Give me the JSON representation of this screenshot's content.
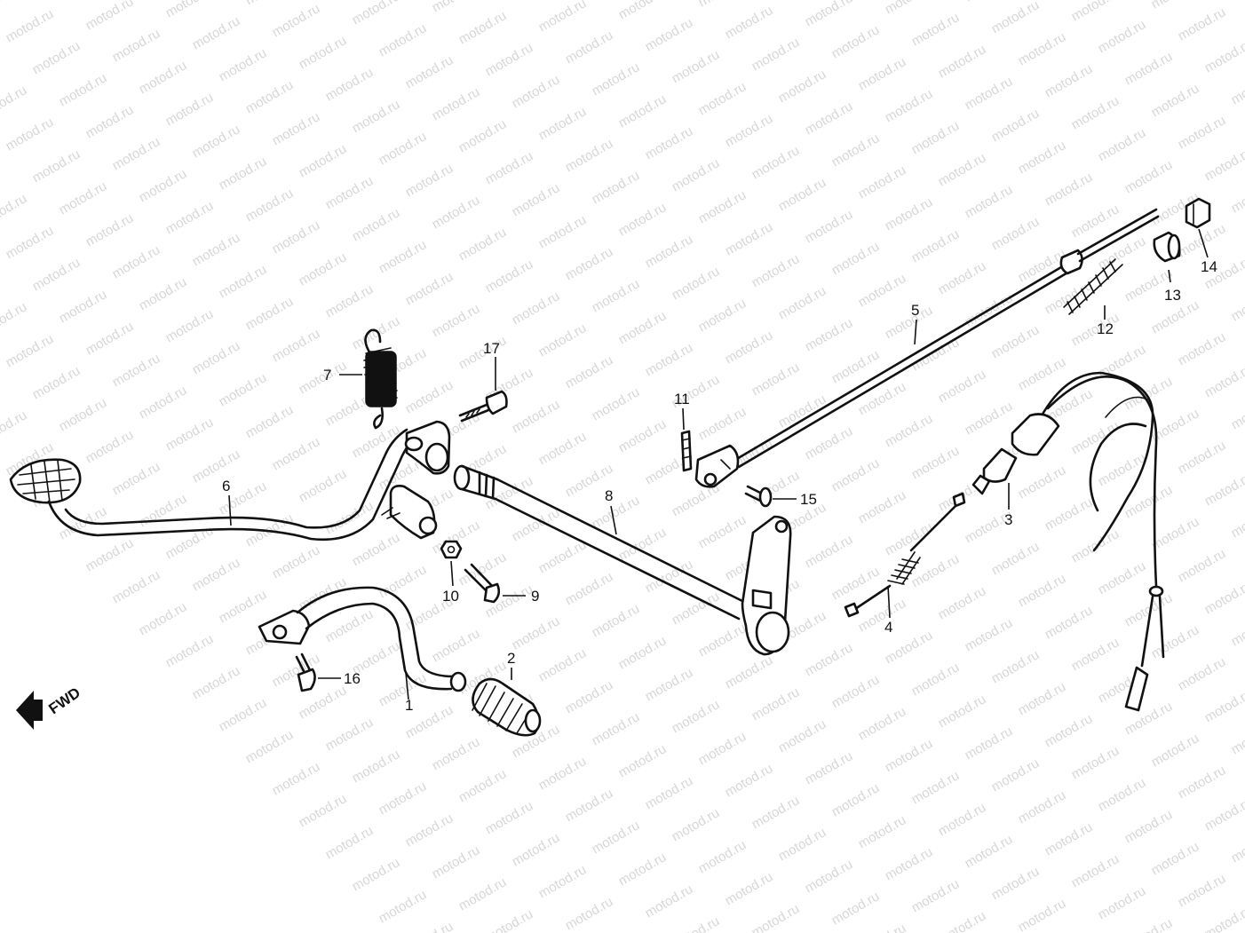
{
  "watermark": "motod.ru",
  "fwd_label": "FWD",
  "callouts": {
    "1": "1",
    "2": "2",
    "3": "3",
    "4": "4",
    "5": "5",
    "6": "6",
    "7": "7",
    "8": "8",
    "9": "9",
    "10": "10",
    "11": "11",
    "12": "12",
    "13": "13",
    "14": "14",
    "15": "15",
    "16": "16",
    "17": "17"
  },
  "colors": {
    "line": "#111111",
    "watermark": "#d7d7d7",
    "background": "#ffffff"
  }
}
